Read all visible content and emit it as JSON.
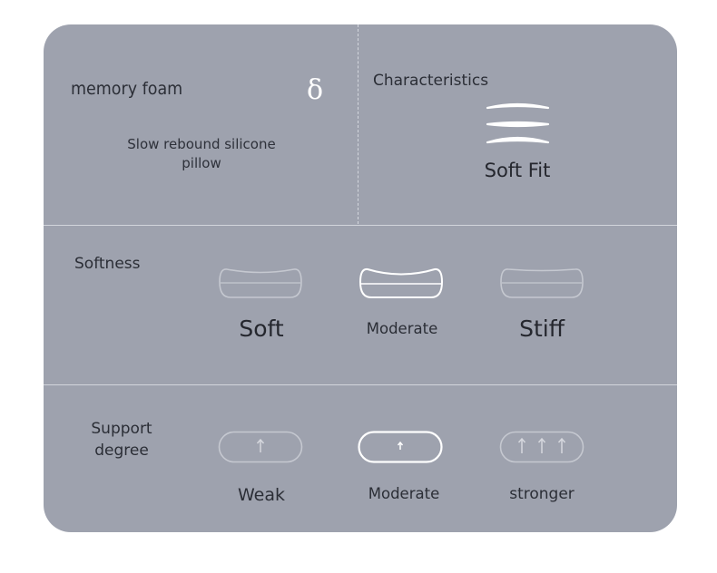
{
  "material": {
    "title": "memory foam",
    "symbol": "δ",
    "description_line1": "Slow rebound silicone",
    "description_line2": "pillow"
  },
  "characteristics": {
    "title": "Characteristics",
    "value": "Soft Fit"
  },
  "softness": {
    "label": "Softness",
    "options": [
      "Soft",
      "Moderate",
      "Stiff"
    ],
    "selected": "Moderate"
  },
  "support": {
    "label_line1": "Support",
    "label_line2": "degree",
    "options": [
      "Weak",
      "Moderate",
      "stronger"
    ],
    "selected": "Moderate"
  }
}
